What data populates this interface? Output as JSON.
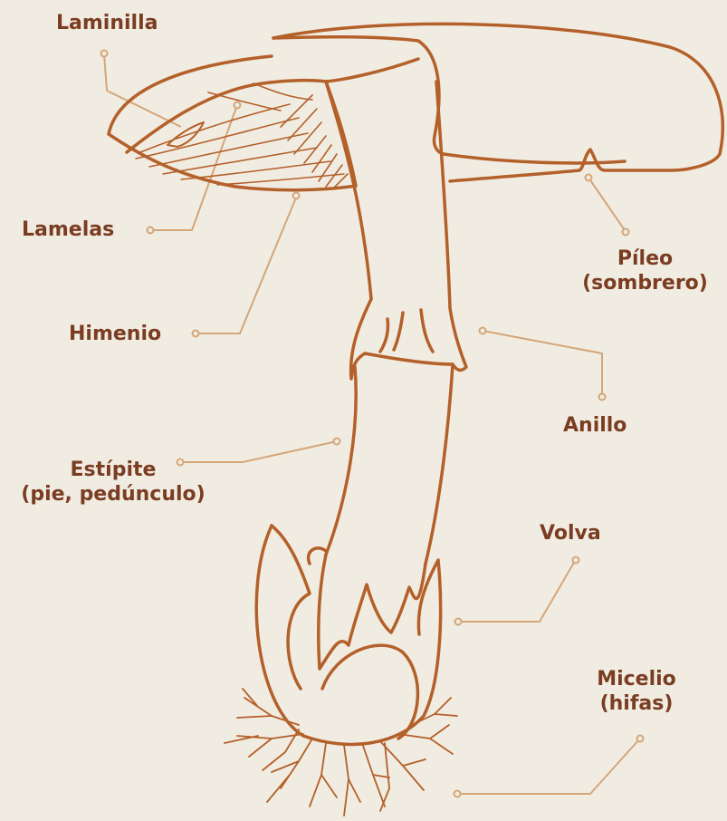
{
  "colors": {
    "background": "#f1ece2",
    "outline": "#b4602a",
    "leader": "#d4a679",
    "label": "#7b3d22"
  },
  "labels": {
    "laminilla": "Laminilla",
    "lamelas": "Lamelas",
    "himenio": "Himenio",
    "estipite": "Estípite",
    "estipite_sub": "(pie, pedúnculo)",
    "pileo": "Píleo",
    "pileo_sub": "(sombrero)",
    "anillo": "Anillo",
    "volva": "Volva",
    "micelio": "Micelio",
    "micelio_sub": "(hifas)"
  }
}
